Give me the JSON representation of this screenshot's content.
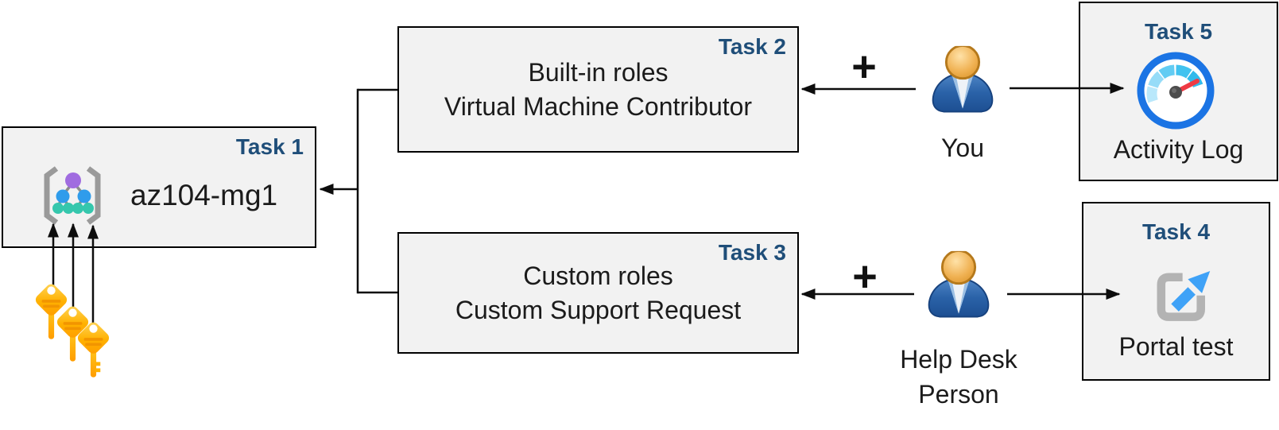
{
  "boxes": {
    "task1": {
      "label": "Task 1",
      "title": "az104-mg1",
      "icon": "management-group-icon"
    },
    "task2": {
      "label": "Task 2",
      "lines": [
        "Built-in roles",
        "Virtual Machine Contributor"
      ]
    },
    "task3": {
      "label": "Task 3",
      "lines": [
        "Custom roles",
        "Custom Support Request"
      ]
    },
    "task5": {
      "label": "Task 5",
      "caption": "Activity Log",
      "icon": "activity-log-gauge-icon"
    },
    "task4": {
      "label": "Task 4",
      "caption": "Portal test",
      "icon": "external-link-icon"
    }
  },
  "actors": {
    "you": {
      "label": "You",
      "icon": "person-icon"
    },
    "help_desk": {
      "lines": [
        "Help Desk",
        "Person"
      ],
      "icon": "person-icon"
    }
  },
  "operators": {
    "plus_top": "+",
    "plus_bottom": "+"
  },
  "decorations": {
    "keys": "three-gold-keys-icon"
  },
  "colors": {
    "task_label_blue": "#1f4e79",
    "box_fill": "#f2f2f2",
    "box_border": "#000000",
    "text": "#1b1b1b",
    "arrow": "#0d0d0d",
    "key_gold": "#ffb100",
    "key_stripe_orange": "#f29500",
    "person_body_blue": "#2a62a8",
    "person_head_orange": "#eaa33c",
    "gauge_ring_blue": "#1b74e4",
    "gauge_segment_cyan": "#41c2ef",
    "gauge_needle_red": "#ee3a44",
    "gauge_hub_gray": "#4d4d4d",
    "external_link_blue": "#3fa2f7",
    "external_link_gray": "#b3b3b3",
    "mg_purple": "#a06ce0",
    "mg_blue": "#2f9ceb",
    "mg_teal": "#35c7ad",
    "mg_bracket_gray": "#9a9a9a"
  }
}
